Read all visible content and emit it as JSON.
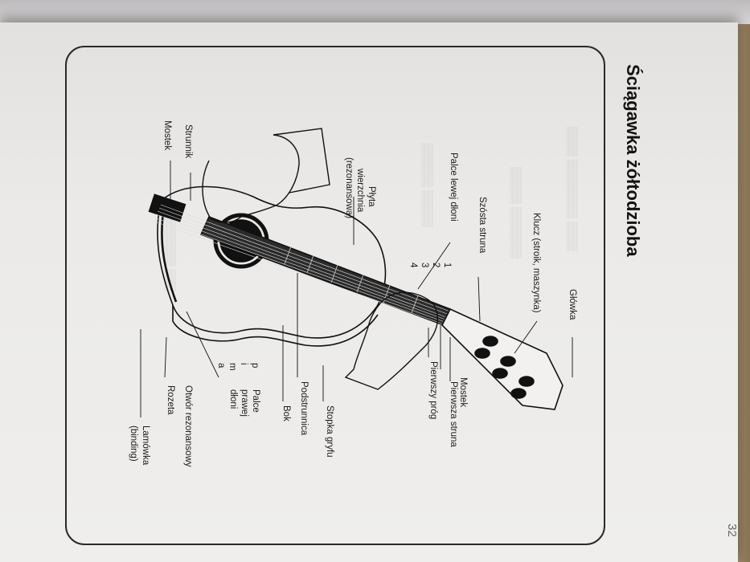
{
  "page": {
    "title": "Ściągawka żółtodzioba",
    "page_number": "32"
  },
  "labels": {
    "glowka": "Główka",
    "klucz": "Klucz (stroik, maszynka)",
    "szosta_struna": "Szósta struna",
    "palce_lewej": "Palce lewej dłoni",
    "finger_1": "1",
    "finger_2": "2",
    "finger_3": "3",
    "finger_4": "4",
    "plyta_1": "Płyta",
    "plyta_2": "wierzchnia",
    "plyta_3": "(rezonansowa)",
    "strunnik": "Strunnik",
    "mostek_left": "Mostek",
    "mostek_right": "Mostek",
    "pierwsza_struna": "Pierwsza struna",
    "pierwszy_prog": "Pierwszy próg",
    "stopka": "Stopka gryfu",
    "podstrunnica": "Podstrunnica",
    "bok": "Bok",
    "palce_prawej_1": "Palce",
    "palce_prawej_2": "prawej",
    "palce_prawej_3": "dłoni",
    "finger_p": "p",
    "finger_i": "i",
    "finger_m": "m",
    "finger_a": "a",
    "otwor": "Otwór rezonansowy",
    "rozeta": "Rozeta",
    "lamowka_1": "Lamówka",
    "lamowka_2": "(binding)"
  }
}
